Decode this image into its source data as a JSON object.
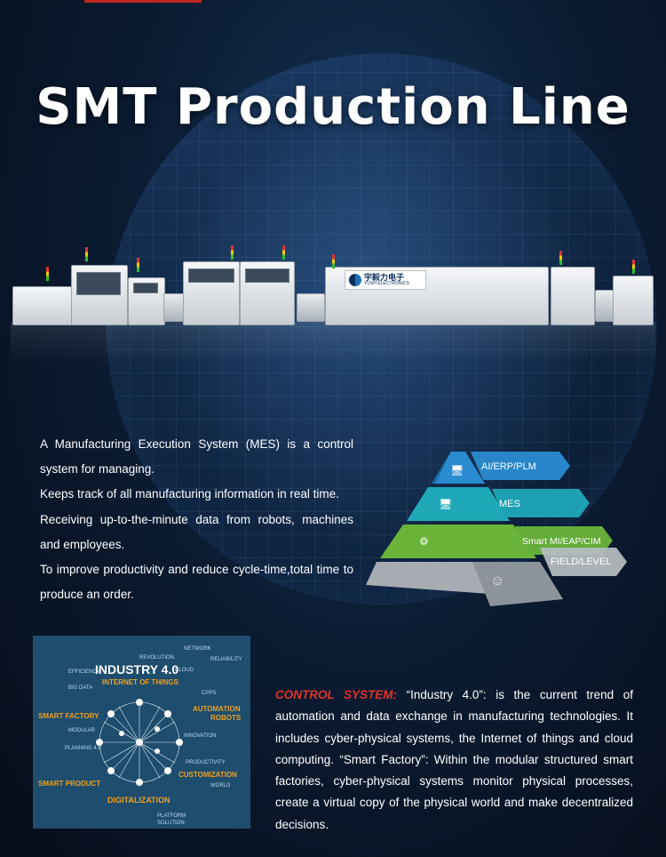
{
  "page": {
    "title": "SMT Production Line",
    "accent_color": "#c0281f"
  },
  "production_line": {
    "brand_logo_cn": "宇毅力电子",
    "brand_logo_en": "YUSH ELECTRONICS"
  },
  "mes": {
    "paragraphs": [
      "A Manufacturing Execution System (MES) is a control system for managing.",
      "Keeps track of all manufacturing information in real time.",
      "Receiving up-to-the-minute data from robots, machines and employees.",
      "To improve productivity and reduce cycle-time,total time to produce an order."
    ]
  },
  "pyramid": {
    "levels": [
      {
        "label": "AI/ERP/PLM",
        "color": "#2a8bd1",
        "icon": "user-monitor-icon"
      },
      {
        "label": "MES",
        "color": "#1fa9b8",
        "icon": "monitor-icon"
      },
      {
        "label": "Smart MI/EAP/CIM",
        "color": "#6ab43a",
        "icon": "robot-arm-icon"
      },
      {
        "label": "FIELD/LEVEL",
        "color": "#a6acb2",
        "icon": "brain-icon"
      }
    ]
  },
  "industry_image": {
    "headline": "INDUSTRY 4.0",
    "words": [
      "INTERNET OF THINGS",
      "SMART FACTORY",
      "AUTOMATION",
      "ROBOTS",
      "SMART PRODUCT",
      "CUSTOMIZATION",
      "DIGITALIZATION",
      "BIG DATA",
      "CLOUD",
      "CPPS",
      "PRODUCTIVITY",
      "INNOVATION",
      "NETWORK",
      "REVOLUTION",
      "EFFICIENCY",
      "RELIABILITY",
      "PLATFORM",
      "SOLUTION",
      "WORLD",
      "MODULAR",
      "PLANNING 4.0"
    ]
  },
  "control": {
    "heading": "CONTROL SYSTEM:",
    "body": " “Industry 4.0”: is the current trend of automation and data exchange in manufacturing technologies. It includes cyber-physical systems, the Internet of things and cloud computing. “Smart Factory”: Within the modular structured smart factories, cyber-physical systems monitor physical processes, create a virtual copy of the physical world and make decentralized decisions."
  }
}
